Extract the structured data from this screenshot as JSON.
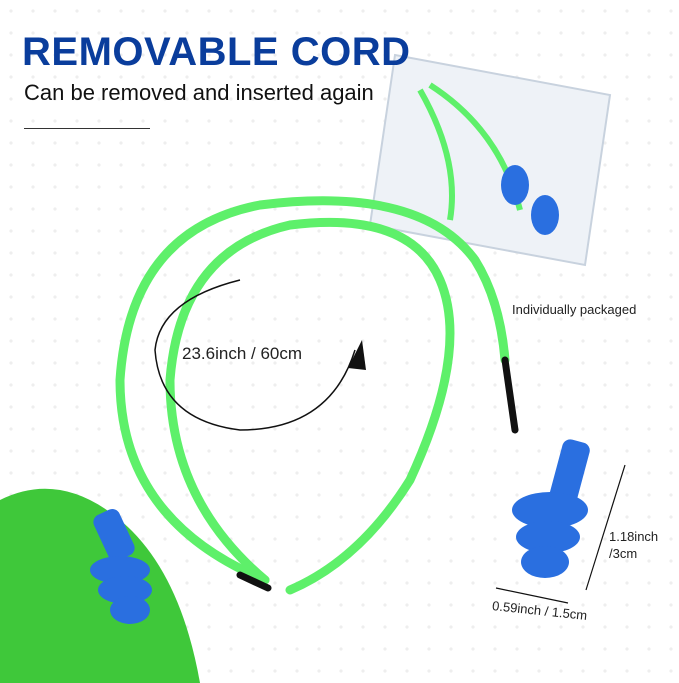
{
  "header": {
    "title": "REMOVABLE CORD",
    "subtitle": "Can be removed and inserted again"
  },
  "labels": {
    "package": "Individually packaged",
    "cord_length": "23.6inch / 60cm",
    "earplug_height_1": "1.18inch",
    "earplug_height_2": "/3cm",
    "earplug_width": "0.59inch / 1.5cm"
  },
  "colors": {
    "title": "#0a3d9c",
    "cord": "#5ef06a",
    "earplug": "#2a6fe0",
    "corner": "#3fc83a"
  }
}
